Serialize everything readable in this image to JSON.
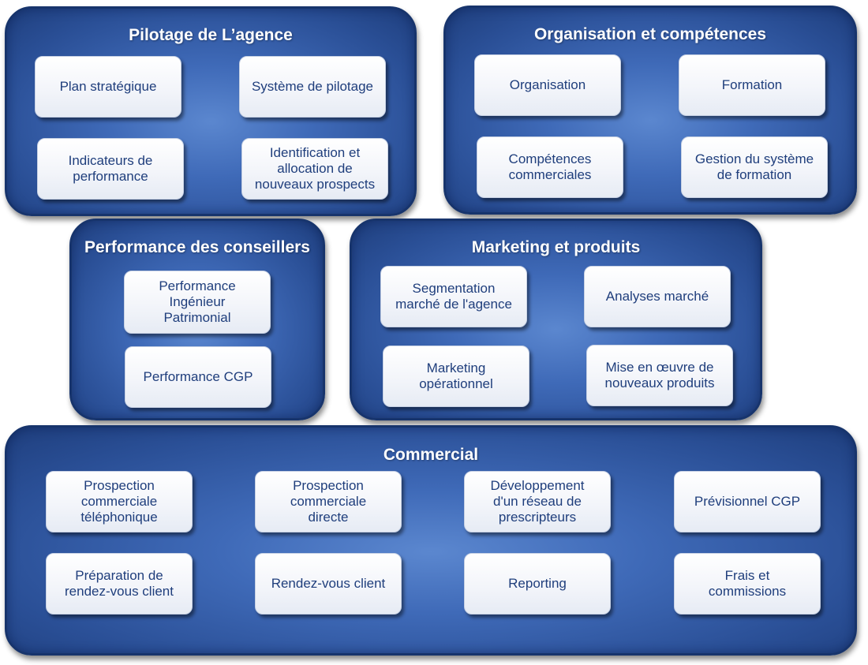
{
  "panels": {
    "pilotage": {
      "title": "Pilotage de L’agence",
      "items": [
        "Plan stratégique",
        "Système de pilotage",
        "Indicateurs de\nperformance",
        "Identification et\nallocation de\nnouveaux prospects"
      ]
    },
    "organisation": {
      "title": "Organisation et compétences",
      "items": [
        "Organisation",
        "Formation",
        "Compétences\ncommerciales",
        "Gestion du système\nde formation"
      ]
    },
    "performance": {
      "title": "Performance des conseillers",
      "items": [
        "Performance\nIngénieur\nPatrimonial",
        "Performance CGP"
      ]
    },
    "marketing": {
      "title": "Marketing et produits",
      "items": [
        "Segmentation\nmarché de l'agence",
        "Analyses marché",
        "Marketing\nopérationnel",
        "Mise en œuvre de\nnouveaux produits"
      ]
    },
    "commercial": {
      "title": "Commercial",
      "items": [
        "Prospection\ncommerciale\ntéléphonique",
        "Prospection\ncommerciale\ndirecte",
        "Développement\nd'un réseau de\nprescripteurs",
        "Prévisionnel CGP",
        "Préparation de\nrendez-vous client",
        "Rendez-vous client",
        "Reporting",
        "Frais et\ncommissions"
      ]
    }
  }
}
